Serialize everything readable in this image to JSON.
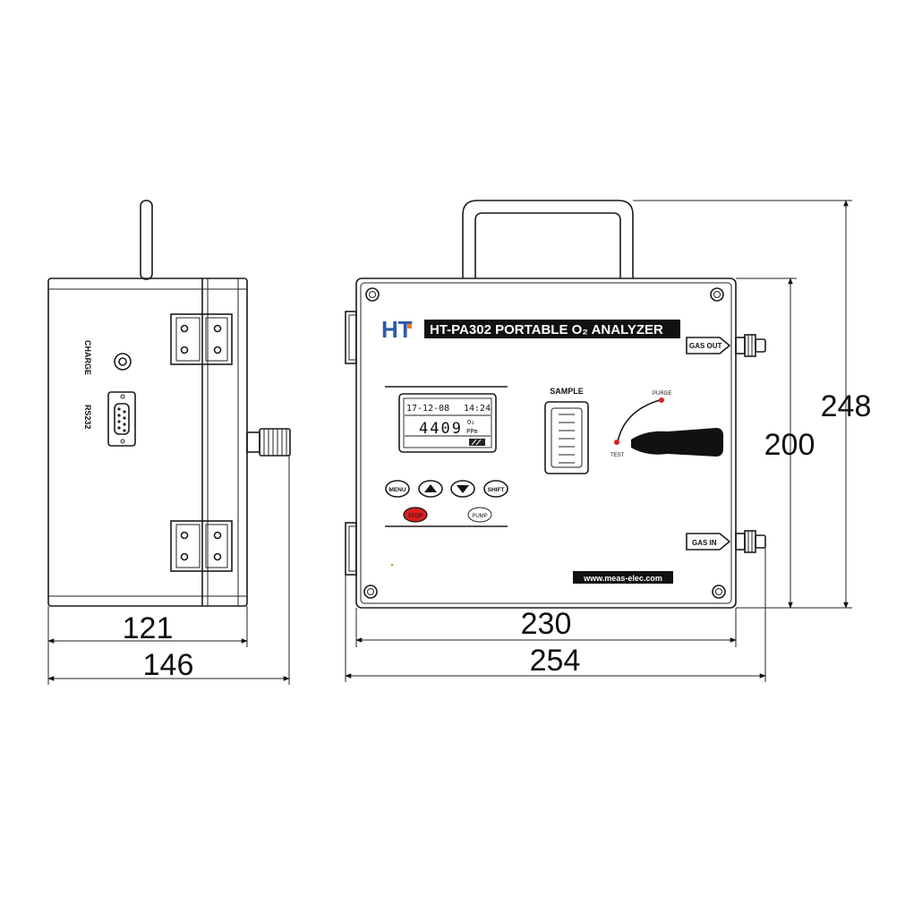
{
  "side_view": {
    "charge_label": "CHARGE",
    "rs232_label": "RS232"
  },
  "front_view": {
    "logo_text": "HT",
    "title": "HT-PA302 PORTABLE O₂ ANALYZER",
    "display": {
      "date": "17-12-08",
      "time": "14:24",
      "value": "4409",
      "unit_top": "O₂",
      "unit_bottom": "PPm"
    },
    "keys": {
      "menu": "MENU",
      "shift": "SHIFT",
      "stop": "STOP",
      "pump": "PUMP"
    },
    "sample_label": "SAMPLE",
    "valve_purge": "PURGE",
    "valve_test": "TEST",
    "gas_out": "GAS OUT",
    "gas_in": "GAS IN",
    "website": "www.meas-elec.com"
  },
  "dimensions": {
    "side_inner_width": "121",
    "side_total_width": "146",
    "front_inner_width": "230",
    "front_total_width": "254",
    "front_body_height": "200",
    "front_total_height": "248"
  }
}
